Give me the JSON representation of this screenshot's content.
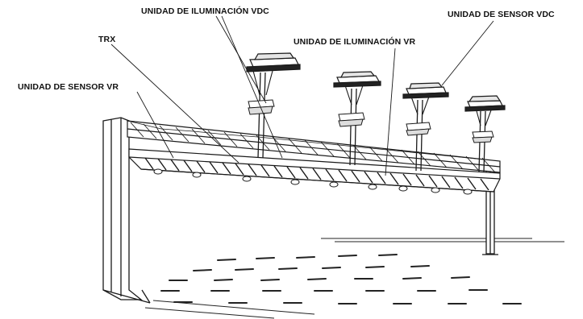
{
  "labels": {
    "vdc_lighting_unit": "UNIDAD DE ILUMINACIÓN VDC",
    "vdc_sensor_unit": "UNIDAD DE SENSOR VDC",
    "trx": "TRX",
    "vr_lighting_unit": "UNIDAD DE ILUMINACIÓN VR",
    "vr_sensor_unit": "UNIDAD DE SENSOR VR"
  },
  "colors": {
    "line": "#1a1a1a",
    "background": "#ffffff"
  }
}
